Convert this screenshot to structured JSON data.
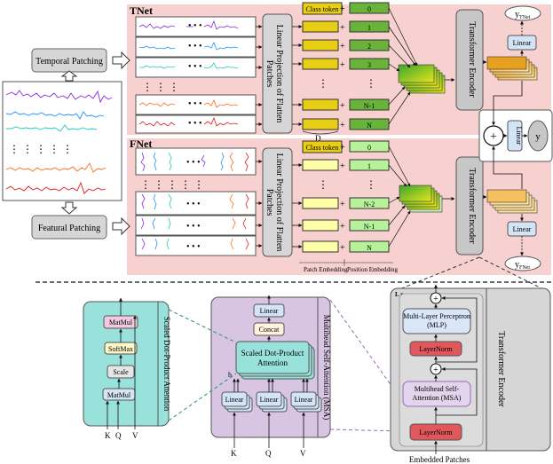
{
  "tnet": {
    "title": "TNet",
    "projection": "Linear Projection of Flatten Patches",
    "class_token": "Class token",
    "positions": [
      "0",
      "1",
      "2",
      "3",
      "N-1",
      "N"
    ],
    "d_label": "D",
    "encoder": "Transformer Encoder",
    "linear": "Linear",
    "output": "y",
    "output_sub": "TNet"
  },
  "fnet": {
    "title": "FNet",
    "projection": "Linear Projection of Flatten Patches",
    "class_token": "Class token",
    "positions": [
      "0",
      "1",
      "N-2",
      "N-1",
      "N"
    ],
    "encoder": "Transformer Encoder",
    "linear": "Linear",
    "output": "y",
    "output_sub": "FNet"
  },
  "left": {
    "temporal_patching": "Temporal Patching",
    "featural_patching": "Featural Patching"
  },
  "fusion": {
    "linear": "Linear",
    "output": "y"
  },
  "embedding_labels": {
    "patch": "Patch Embedding",
    "position": "Position Embedding"
  },
  "sdpa": {
    "title": "Scaled Dot-Product Attention",
    "matmul_top": "MatMul",
    "softmax": "SoftMax",
    "scale": "Scale",
    "matmul_bottom": "MatMul",
    "inputs": [
      "K",
      "Q",
      "V"
    ]
  },
  "msa": {
    "title": "Multihead Self-Attention (MSA)",
    "linear_top": "Linear",
    "concat": "Concat",
    "attention": "Scaled Dot-Product Attention",
    "linears": [
      "Linear",
      "Linear",
      "Linear"
    ],
    "h": "h",
    "inputs": [
      "K",
      "Q",
      "V"
    ]
  },
  "encoder_block": {
    "title": "Transformer Encoder",
    "lx": "L x",
    "mlp": "Multi-Layer Perceptron (MLP)",
    "layernorm_top": "LayerNorm",
    "msa": "Multihead Self-Attention (MSA)",
    "layernorm_bottom": "LayerNorm",
    "embedded": "Embedded Patches"
  },
  "colors": {
    "panel": "#f6d1cf",
    "yellow": "#e8cf16",
    "green": "#6ab33a",
    "encoder_gray": "#c7c7c7",
    "linear_blue": "#d4e4f7",
    "sdpa_teal": "#99e2dc",
    "msa_purple": "#d7c5e3",
    "layernorm_red": "#e0585c",
    "mlp_blue": "#d8e6f8"
  }
}
